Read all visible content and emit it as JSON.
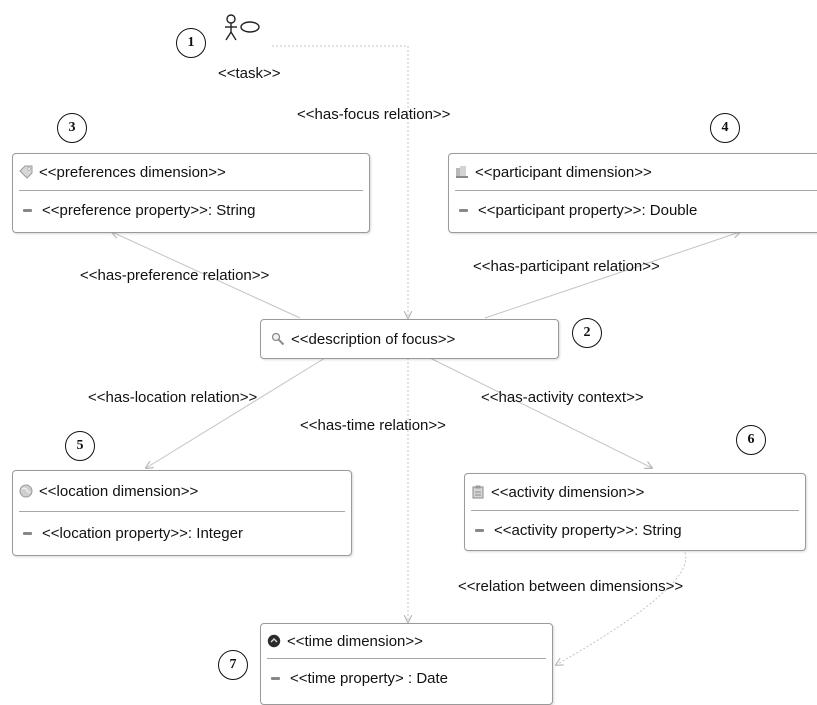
{
  "task": {
    "number": "1",
    "label": "<<task>>"
  },
  "focus": {
    "number": "2",
    "label": "<<description of focus>>"
  },
  "preferences": {
    "number": "3",
    "title": "<<preferences dimension>>",
    "property": "<<preference property>>: String"
  },
  "participant": {
    "number": "4",
    "title": "<<participant dimension>>",
    "property": "<<participant property>>: Double"
  },
  "location": {
    "number": "5",
    "title": "<<location dimension>>",
    "property": "<<location property>>: Integer"
  },
  "activity": {
    "number": "6",
    "title": "<<activity dimension>>",
    "property": "<<activity property>>: String"
  },
  "time": {
    "number": "7",
    "title": "<<time dimension>>",
    "property": "<<time property> : Date"
  },
  "relations": {
    "has_focus": "<<has-focus relation>>",
    "has_preference": "<<has-preference relation>>",
    "has_participant": "<<has-participant relation>>",
    "has_location": "<<has-location relation>>",
    "has_time": "<<has-time relation>>",
    "has_activity": "<<has-activity context>>",
    "between_dimensions": "<<relation between dimensions>>"
  }
}
